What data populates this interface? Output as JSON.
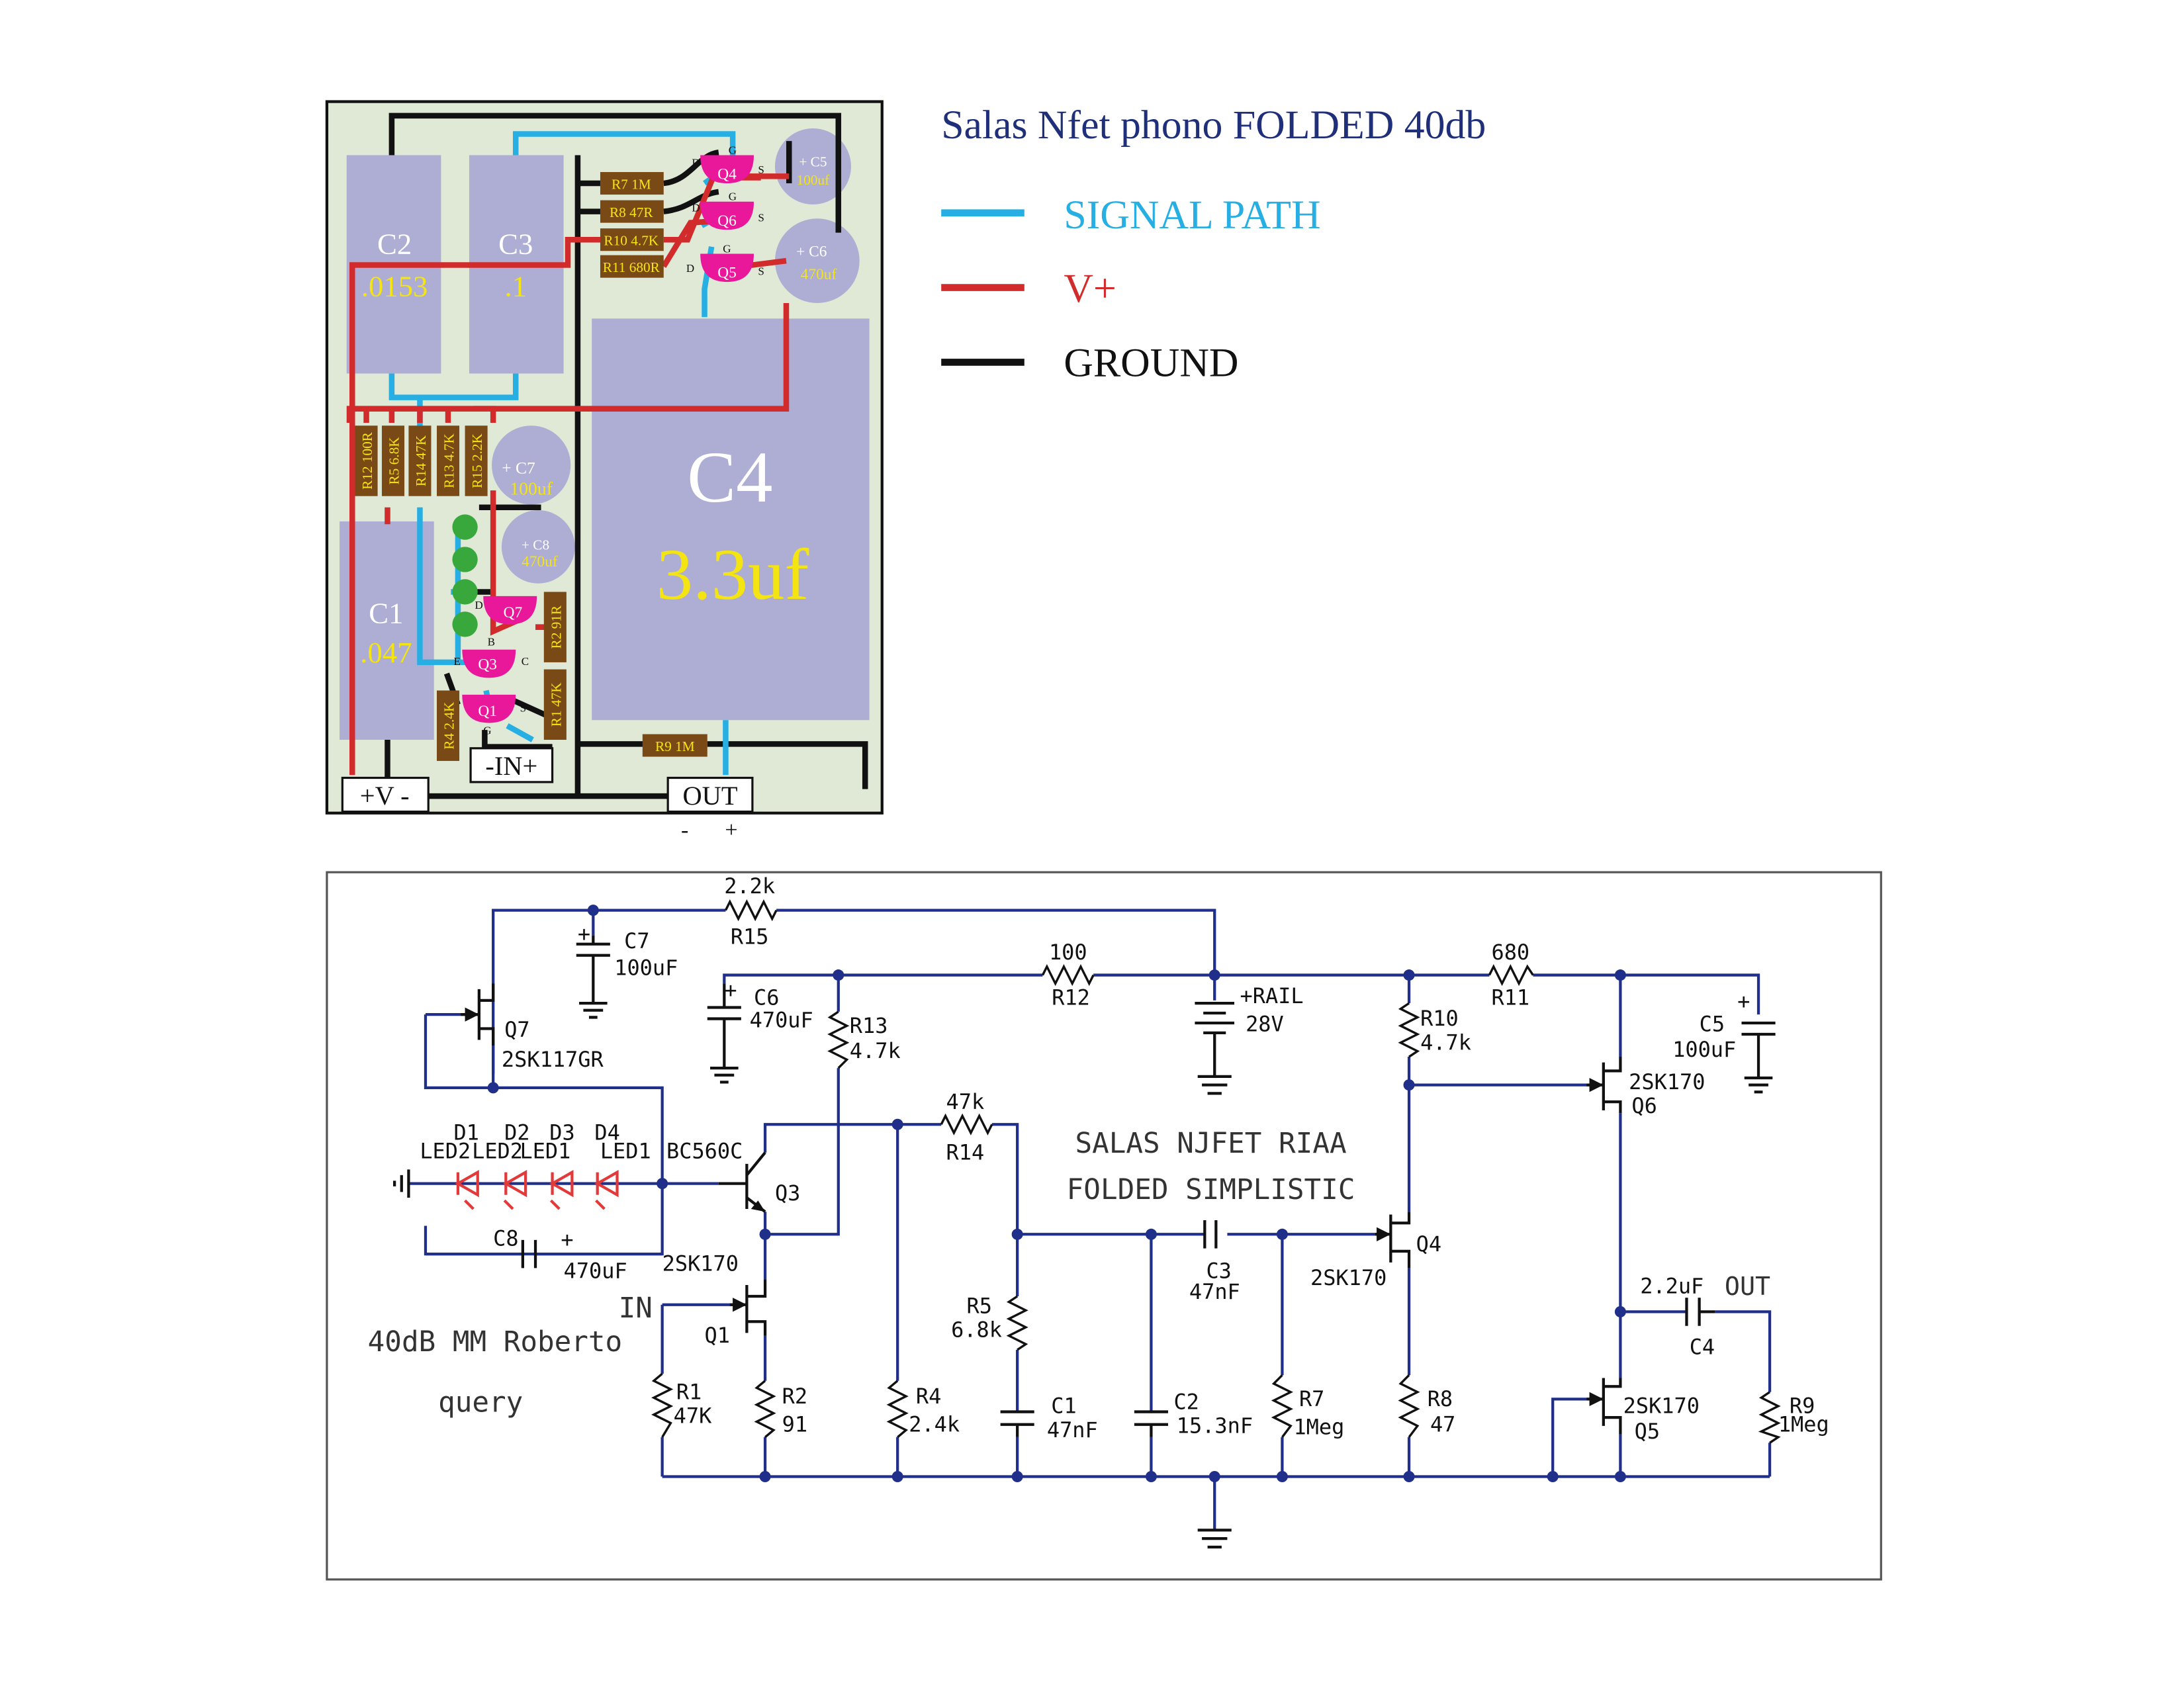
{
  "title": "Salas Nfet phono FOLDED 40db",
  "legend": [
    {
      "label": "SIGNAL PATH",
      "color": "#27aee2"
    },
    {
      "label": "V+",
      "color": "#d22b2b"
    },
    {
      "label": "GROUND",
      "color": "#111111"
    }
  ],
  "colors": {
    "signal": "#27aee2",
    "vplus": "#d22b2b",
    "ground": "#111111",
    "title": "#1f2f7a",
    "cap_value": "#f4e411",
    "resistor": "#7a4a16",
    "fet": "#e9189b",
    "led": "#39a83c",
    "pad": "#aeaed4",
    "board": "#dfe9d6",
    "schematic_wire": "#1f2f8a",
    "schematic_led": "#e23a3a"
  },
  "pcb": {
    "caps": {
      "c2": {
        "name": "C2",
        "value": ".0153"
      },
      "c3": {
        "name": "C3",
        "value": ".1"
      },
      "c4": {
        "name": "C4",
        "value": "3.3uf"
      },
      "c1": {
        "name": "C1",
        "value": ".047"
      }
    },
    "elec_caps": {
      "c5": {
        "name": "+ C5",
        "value": "100uf"
      },
      "c6": {
        "name": "+ C6",
        "value": "470uf"
      },
      "c7": {
        "name": "+ C7",
        "value": "100uf"
      },
      "c8": {
        "name": "+ C8",
        "value": "470uf"
      }
    },
    "resistors": {
      "r7": "R7 1M",
      "r8": "R8 47R",
      "r10": "R10 4.7K",
      "r11": "R11 680R",
      "r12": "R12 100R",
      "r5": "R5 6.8K",
      "r14": "R14 47K",
      "r13": "R13 4.7K",
      "r15": "R15 2.2K",
      "r2": "R2 91R",
      "r1": "R1 47K",
      "r4": "R4 2.4K",
      "r9": "R9 1M"
    },
    "fets": {
      "q4": "Q4",
      "q6": "Q6",
      "q5": "Q5",
      "q7": "Q7",
      "q3": "Q3",
      "q1": "Q1"
    },
    "pins": {
      "d": "D",
      "g": "G",
      "s": "S",
      "e": "E",
      "b": "B",
      "c": "C"
    },
    "connectors": {
      "power": "+V -",
      "input": "-IN+",
      "output": "OUT"
    },
    "out_minus": "-",
    "out_plus": "+"
  },
  "schematic": {
    "title_line1": "SALAS NJFET RIAA",
    "title_line2": "FOLDED SIMPLISTIC",
    "note": "40dB MM Roberto",
    "note2": "query",
    "in_label": "IN",
    "out_label": "OUT",
    "plus": "+",
    "rail": {
      "name": "+RAIL",
      "value": "28V"
    },
    "r15": {
      "name": "R15",
      "value": "2.2k"
    },
    "r12": {
      "name": "R12",
      "value": "100"
    },
    "r11": {
      "name": "R11",
      "value": "680"
    },
    "r13": {
      "name": "R13",
      "value": "4.7k"
    },
    "r10": {
      "name": "R10",
      "value": "4.7k"
    },
    "r14": {
      "name": "R14",
      "value": "47k"
    },
    "r5": {
      "name": "R5",
      "value": "6.8k"
    },
    "r1": {
      "name": "R1",
      "value": "47K"
    },
    "r2": {
      "name": "R2",
      "value": "91"
    },
    "r4": {
      "name": "R4",
      "value": "2.4k"
    },
    "r7": {
      "name": "R7",
      "value": "1Meg"
    },
    "r8": {
      "name": "R8",
      "value": "47"
    },
    "r9": {
      "name": "R9",
      "value": "1Meg"
    },
    "c7": {
      "name": "C7",
      "value": "100uF"
    },
    "c6": {
      "name": "C6",
      "value": "470uF"
    },
    "c5": {
      "name": "C5",
      "value": "100uF"
    },
    "c8": {
      "name": "C8",
      "value": "470uF"
    },
    "c3": {
      "name": "C3",
      "value": "47nF"
    },
    "c1": {
      "name": "C1",
      "value": "47nF"
    },
    "c2": {
      "name": "C2",
      "value": "15.3nF"
    },
    "c4": {
      "name": "C4",
      "value": "2.2uF"
    },
    "q7": {
      "name": "Q7",
      "part": "2SK117GR"
    },
    "q3": {
      "name": "Q3",
      "part": "BC560C"
    },
    "q1": {
      "name": "Q1",
      "part": "2SK170"
    },
    "q4": {
      "name": "Q4",
      "part": "2SK170"
    },
    "q6": {
      "name": "Q6",
      "part": "2SK170"
    },
    "q5": {
      "name": "Q5",
      "part": "2SK170"
    },
    "leds": [
      {
        "name": "D1",
        "type": "LED2"
      },
      {
        "name": "D2",
        "type": "LED2"
      },
      {
        "name": "D3",
        "type": "LED1"
      },
      {
        "name": "D4",
        "type": "LED1"
      }
    ]
  }
}
